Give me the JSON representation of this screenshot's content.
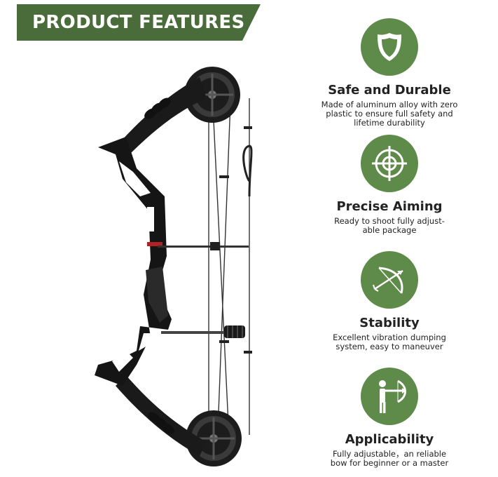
{
  "banner": {
    "title": "PRODUCT FEATURES",
    "color": "#4a6b3a"
  },
  "accent_color": "#5e8a4a",
  "product_image": {
    "icon": "compound-bow-image"
  },
  "features": [
    {
      "icon": "shield-icon",
      "title": "Safe and Durable",
      "description": "Made of aluminum alloy with zero\nplastic to ensure full safety and\nlifetime durability"
    },
    {
      "icon": "crosshair-target-icon",
      "title": "Precise Aiming",
      "description": "Ready to shoot fully adjust-\nable package"
    },
    {
      "icon": "bow-and-arrow-icon",
      "title": "Stability",
      "description": "Excellent vibration dumping\nsystem, easy to maneuver"
    },
    {
      "icon": "archer-icon",
      "title": "Applicability",
      "description": "Fully adjustable，an reliable\nbow for beginner or a master"
    }
  ]
}
